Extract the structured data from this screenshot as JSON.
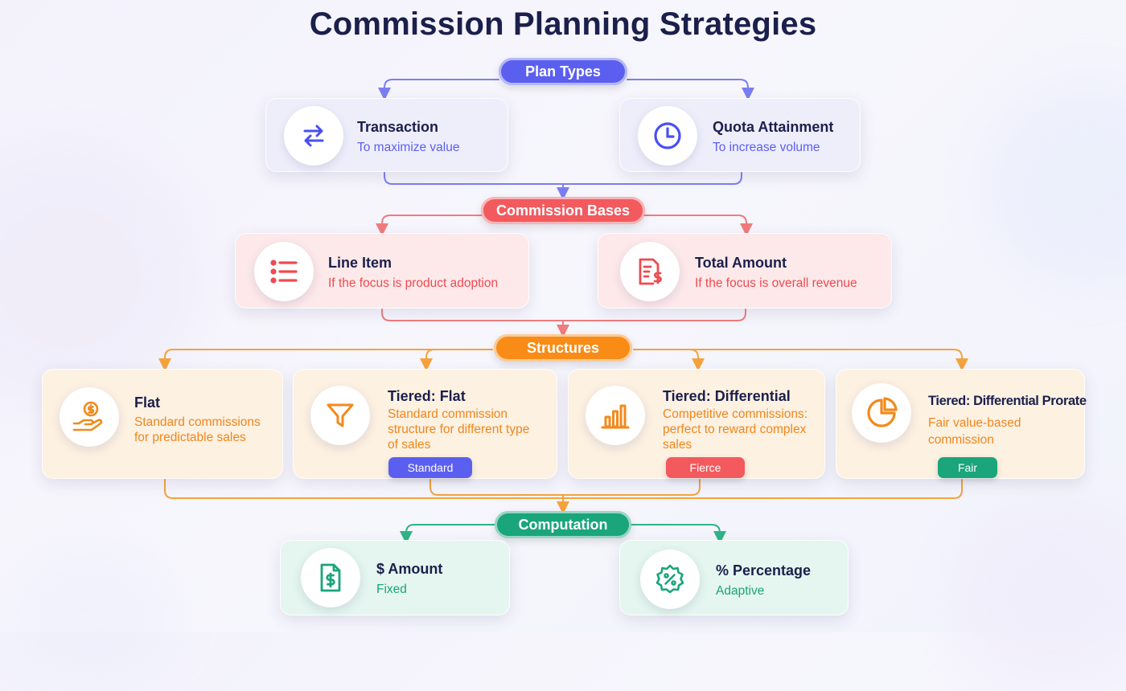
{
  "title": "Commission Planning Strategies",
  "colors": {
    "plan_types": "#5b5ff0",
    "commission_bases": "#f25a5e",
    "structures": "#f88c17",
    "computation": "#1aa57a",
    "title": "#1b1f4b"
  },
  "plan_types": {
    "label": "Plan Types",
    "items": [
      {
        "title": "Transaction",
        "subtitle": "To maximize value",
        "icon": "arrows-swap-icon"
      },
      {
        "title": "Quota Attainment",
        "subtitle": "To increase volume",
        "icon": "clock-icon"
      }
    ]
  },
  "commission_bases": {
    "label": "Commission Bases",
    "items": [
      {
        "title": "Line Item",
        "subtitle": "If the focus is product adoption",
        "icon": "list-icon"
      },
      {
        "title": "Total Amount",
        "subtitle": "If the focus is overall revenue",
        "icon": "invoice-dollar-icon"
      }
    ]
  },
  "structures": {
    "label": "Structures",
    "items": [
      {
        "title": "Flat",
        "subtitle": "Standard commissions for predictable sales",
        "icon": "hand-coin-icon",
        "badge": ""
      },
      {
        "title": "Tiered: Flat",
        "subtitle": "Standard commission structure for different type of sales",
        "icon": "funnel-icon",
        "badge": "Standard"
      },
      {
        "title": "Tiered: Differential",
        "subtitle": "Competitive commissions: perfect to reward complex sales",
        "icon": "bar-chart-icon",
        "badge": "Fierce"
      },
      {
        "title": "Tiered: Differential Prorate",
        "subtitle": "Fair value-based commission",
        "icon": "pie-chart-icon",
        "badge": "Fair"
      }
    ]
  },
  "computation": {
    "label": "Computation",
    "items": [
      {
        "title": "$ Amount",
        "subtitle": "Fixed",
        "icon": "dollar-document-icon"
      },
      {
        "title": "% Percentage",
        "subtitle": "Adaptive",
        "icon": "percent-badge-icon"
      }
    ]
  }
}
